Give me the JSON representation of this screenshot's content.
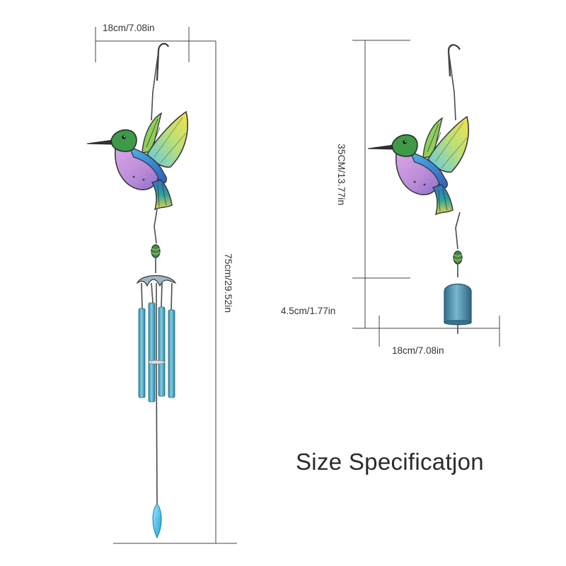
{
  "title": "Size Specificatjon",
  "left_product": {
    "width_label": "18cm/7.08in",
    "height_label": "75cm/29.52in",
    "parts": [
      "hook-icon",
      "hummingbird-icon",
      "bead-icon",
      "cap-icon",
      "wind-chime-tube-icon",
      "crystal-drop-icon"
    ]
  },
  "right_product": {
    "height_label": "35CM/13.77in",
    "bell_label": "4.5cm/1.77in",
    "width_label": "18cm/7.08in",
    "parts": [
      "hook-icon",
      "hummingbird-icon",
      "bead-icon",
      "bell-icon"
    ]
  },
  "colors": {
    "tube": "#4fa6c0",
    "bell": "#4a8ba8",
    "wing_yellow": "#f2e24a",
    "wing_blue": "#5ec7e8",
    "body_purple": "#b98ad6",
    "head_green": "#3e9a48",
    "dimension_line": "#444444",
    "text": "#333333"
  }
}
